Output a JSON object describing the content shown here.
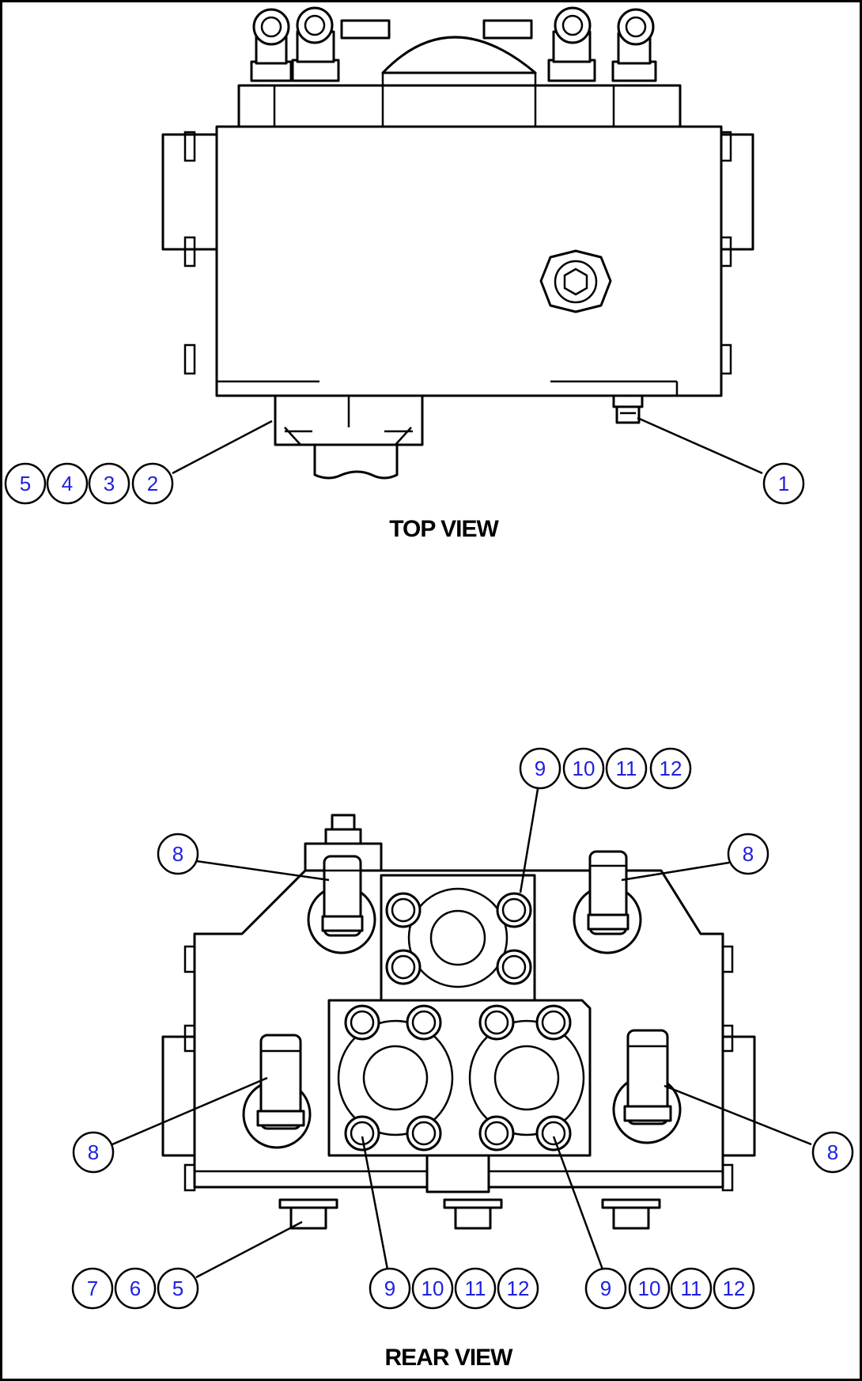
{
  "views": {
    "top_label": "TOP VIEW",
    "rear_label": "REAR VIEW"
  },
  "callouts": {
    "top_left_group": [
      "5",
      "4",
      "3",
      "2"
    ],
    "top_right": "1",
    "rear_top_group": [
      "9",
      "10",
      "11",
      "12"
    ],
    "rear_upper_left": "8",
    "rear_upper_right": "8",
    "rear_mid_left": "8",
    "rear_mid_right": "8",
    "rear_bottom_left_group": [
      "7",
      "6",
      "5"
    ],
    "rear_bottom_center_group": [
      "9",
      "10",
      "11",
      "12"
    ],
    "rear_bottom_right_group": [
      "9",
      "10",
      "11",
      "12"
    ]
  },
  "colors": {
    "balloon_text": "#1f1fe0",
    "line": "#000000",
    "background": "#ffffff"
  }
}
